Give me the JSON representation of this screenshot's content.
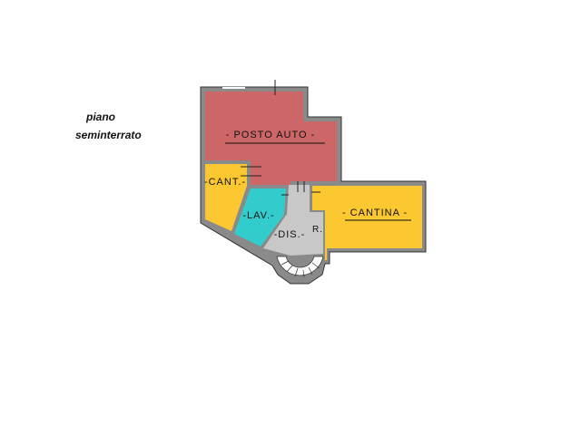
{
  "caption": {
    "line1": "piano",
    "line2": "seminterrato"
  },
  "rooms": {
    "posto_auto": {
      "label": "- POSTO AUTO -",
      "color": "#cd6666"
    },
    "cant": {
      "label": "-CANT.-",
      "color": "#fcc832"
    },
    "lav": {
      "label": "-LAV.-",
      "color": "#33cccc"
    },
    "dis": {
      "label": "-DIS.-",
      "color": "#c8c8c8"
    },
    "r": {
      "label": "R.",
      "color": "#c8c8c8"
    },
    "cantina": {
      "label": "- CANTINA -",
      "color": "#fcc832"
    }
  },
  "wall_color": "#8a8a8a"
}
